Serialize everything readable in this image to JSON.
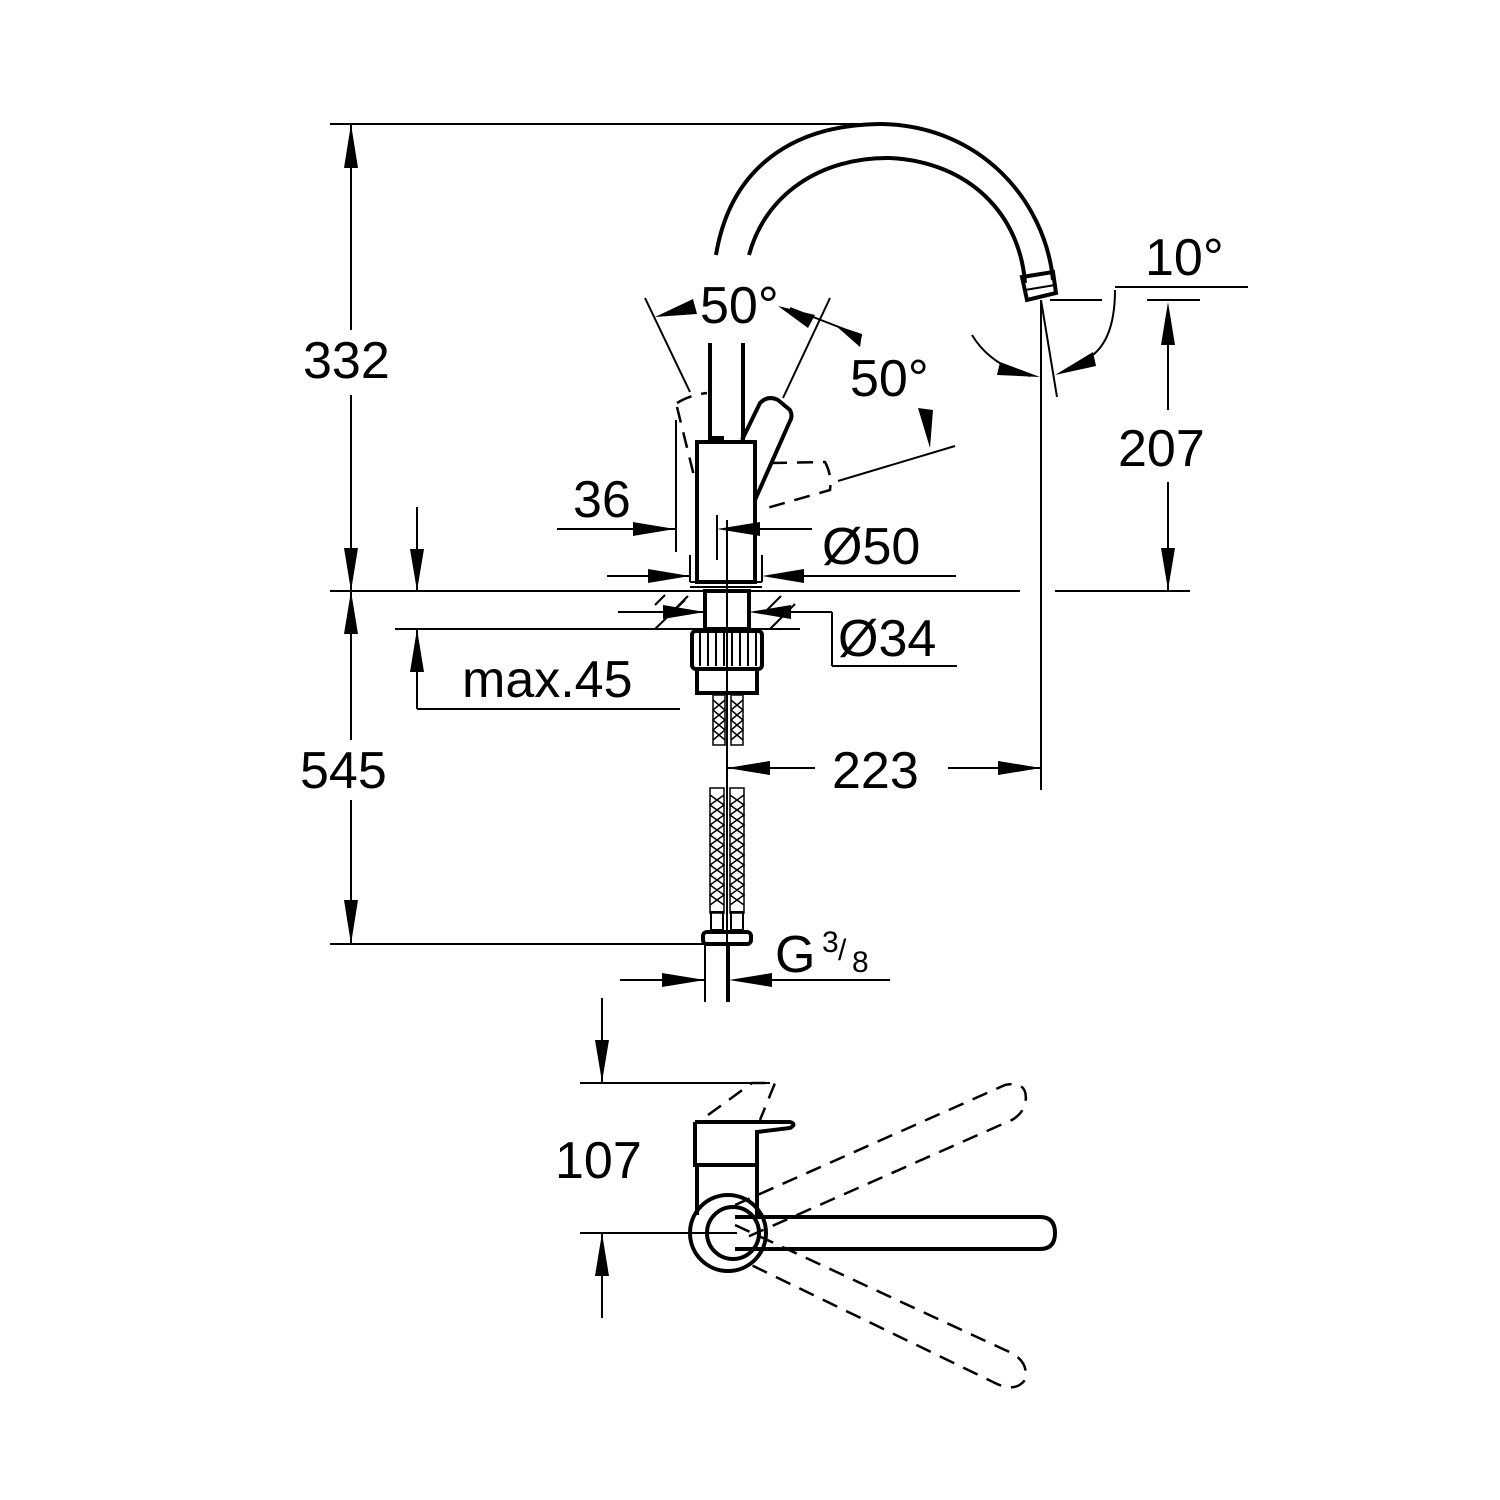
{
  "drawing": {
    "title": "Single-lever kitchen mixer dimensional drawing",
    "line_color": "#000000",
    "background": "#ffffff",
    "dimensions": {
      "total_height_above_deck": "332",
      "spout_outlet_height": "207",
      "spout_reach": "223",
      "below_deck_length": "545",
      "max_deck_thickness": "max.45",
      "body_diameter": "Ø50",
      "mounting_hole_diameter": "Ø34",
      "lever_offset": "36",
      "handle_clearance": "107",
      "connection_thread_main": "G",
      "connection_thread_num": "3",
      "connection_thread_den": "8"
    },
    "angles": {
      "lever_swing_left": "50°",
      "lever_swing_right": "50°",
      "spout_tilt": "10°"
    }
  }
}
